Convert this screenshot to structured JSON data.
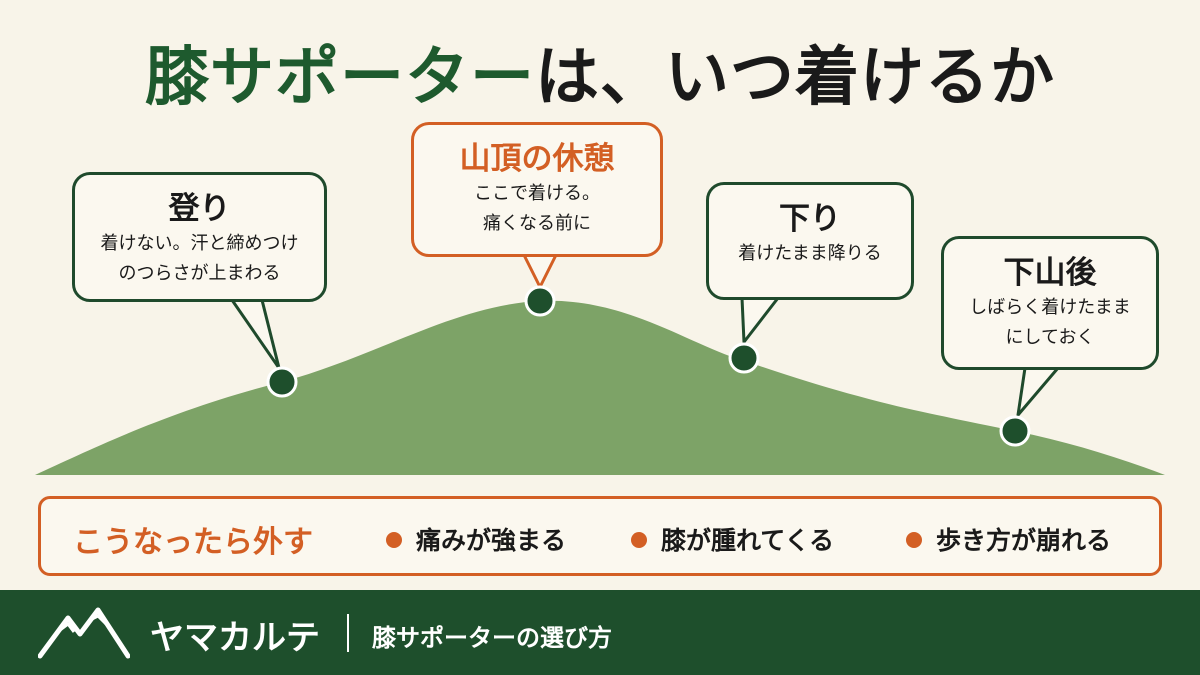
{
  "title": {
    "accent": "膝サポーター",
    "rest": "は、いつ着けるか"
  },
  "stages": [
    {
      "heading": "登り",
      "lines": [
        "着けない。汗と締めつけ",
        "のつらさが上まわる"
      ]
    },
    {
      "heading": "山頂の休憩",
      "lines": [
        "ここで着ける。",
        "痛くなる前に"
      ]
    },
    {
      "heading": "下り",
      "lines": [
        "着けたまま降りる"
      ]
    },
    {
      "heading": "下山後",
      "lines": [
        "しばらく着けたまま",
        "にしておく"
      ]
    }
  ],
  "remove_rule": {
    "label": "こうなったら外す",
    "conditions": [
      "痛みが強まる",
      "膝が腫れてくる",
      "歩き方が崩れる"
    ]
  },
  "footer": {
    "brand": "ヤマカルテ",
    "subtitle": "膝サポーターの選び方"
  },
  "icons": {
    "logo": "mountain-logo-icon",
    "condition_bullet": "dot-icon"
  },
  "colors": {
    "background": "#f8f4e9",
    "mountain": "#7da367",
    "dark_green": "#1e5a2e",
    "orange": "#d35f24",
    "footer_bg": "#1e4f2c"
  }
}
